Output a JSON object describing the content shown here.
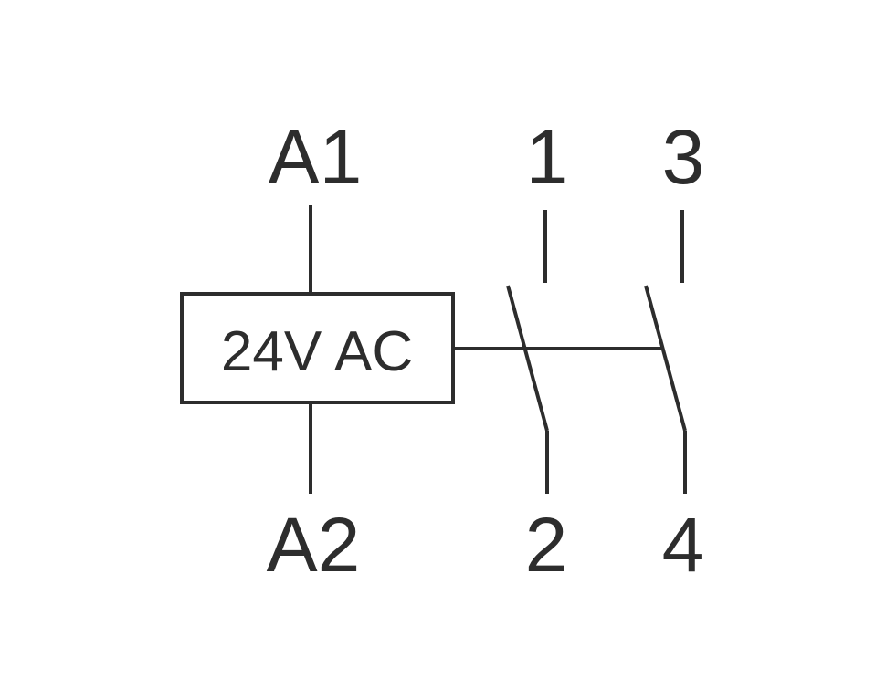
{
  "diagram": {
    "coil": {
      "label": "24V AC"
    },
    "terminals": {
      "a1": "A1",
      "a2": "A2",
      "t1": "1",
      "t2": "2",
      "t3": "3",
      "t4": "4"
    }
  },
  "colors": {
    "line": "#2d2d2d",
    "background": "#ffffff"
  }
}
